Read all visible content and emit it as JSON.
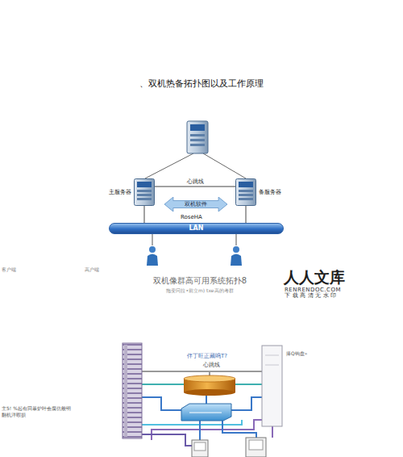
{
  "diagram": {
    "title": "、双机热备拓扑图以及工作原理",
    "caption": "双机像群高可用系统拓扑8",
    "nodes": [
      {
        "text": [
          "主服务器"
        ]
      },
      {
        "text": [
          "备服务器"
        ]
      },
      {
        "text": [
          "双机软件"
        ]
      },
      {
        "text": [
          "LAN"
        ]
      }
    ],
    "edges": [
      {
        "from": 0,
        "to": 1,
        "label": "心跳线",
        "arrow": "none"
      },
      {
        "from": 0,
        "to": 3,
        "arrow": "none"
      },
      {
        "from": 1,
        "to": 3,
        "arrow": "none"
      }
    ],
    "labels": [
      "RoseHA",
      "客户端",
      "高户端",
      "拖变问拉•前立m) txe高的考群",
      "人人文库",
      "RENRENDOC.COM",
      "下载高清无水印",
      "伴丁旺正藏呜T?",
      "心跳线",
      "捧Q钩盘»",
      "主5! %起有回暴炉叶会腐仿般明",
      "翻机泮暇损"
    ]
  }
}
